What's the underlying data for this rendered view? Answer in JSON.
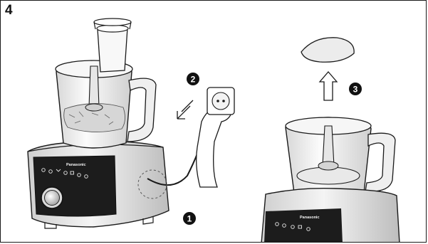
{
  "figure": {
    "step_number": "4",
    "brand": "Panasonic",
    "callouts": [
      {
        "label": "1",
        "role": "unplug-cord-at-base"
      },
      {
        "label": "2",
        "role": "pull-plug-from-socket"
      },
      {
        "label": "3",
        "role": "lift-out-food"
      }
    ],
    "colors": {
      "ink": "#1a1a1a",
      "appliance_body": "#e9e9e9",
      "control_panel": "#1c1c1c",
      "callout_fill": "#111111",
      "food": "#d9d9d9"
    }
  }
}
